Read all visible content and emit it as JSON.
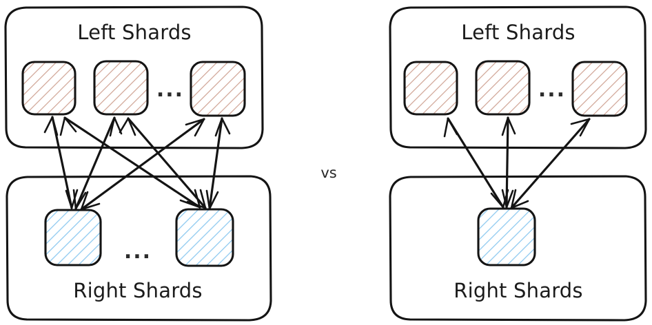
{
  "diagram": {
    "title_text_left_group": "Left Shards",
    "title_text_right_group": "Right Shards",
    "comparison_label": "vs",
    "ellipsis_glyph": "...",
    "colors": {
      "stroke": "#141414",
      "tan_hatch": "#cfa394",
      "blue_hatch": "#8fcaf0",
      "background": "#ffffff",
      "text": "#1b1b1b"
    },
    "panels": [
      {
        "id": "panel-left",
        "groups": [
          {
            "id": "left-shards-top",
            "label": "Left Shards",
            "label_position": "top",
            "fill_style": "tan-diagonal-hatch",
            "shard_count_shown": 3,
            "has_ellipsis": true,
            "ellipsis": "..."
          },
          {
            "id": "right-shards-bottom",
            "label": "Right Shards",
            "label_position": "bottom",
            "fill_style": "blue-diagonal-hatch",
            "shard_count_shown": 2,
            "has_ellipsis": true,
            "ellipsis": "..."
          }
        ],
        "connections": {
          "style": "bidirectional",
          "description": "all-to-all",
          "count": 6
        }
      },
      {
        "id": "panel-right",
        "groups": [
          {
            "id": "left-shards-top-2",
            "label": "Left Shards",
            "label_position": "top",
            "fill_style": "tan-diagonal-hatch",
            "shard_count_shown": 3,
            "has_ellipsis": true,
            "ellipsis": "..."
          },
          {
            "id": "right-shards-bottom-2",
            "label": "Right Shards",
            "label_position": "bottom",
            "fill_style": "blue-diagonal-hatch",
            "shard_count_shown": 1,
            "has_ellipsis": false,
            "ellipsis": ""
          }
        ],
        "connections": {
          "style": "bidirectional",
          "description": "many-to-one",
          "count": 3
        }
      }
    ]
  }
}
